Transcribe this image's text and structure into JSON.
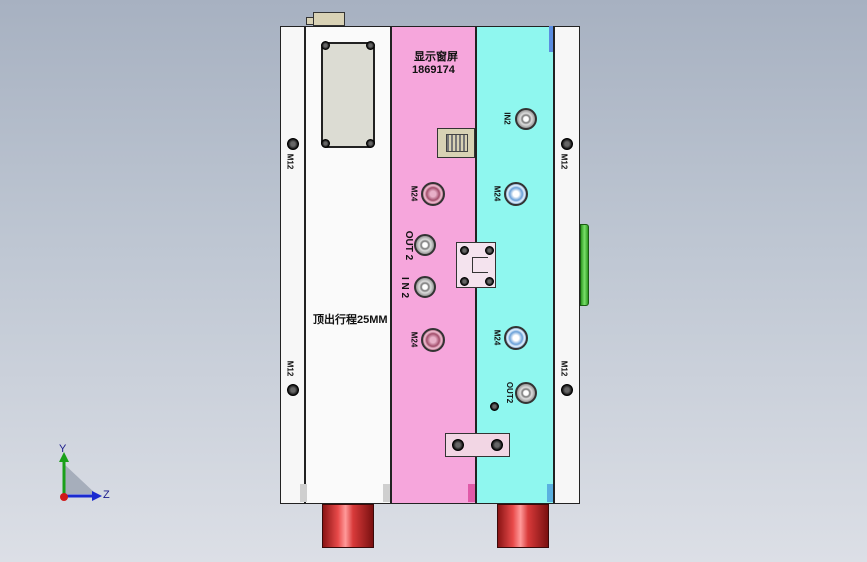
{
  "labels": {
    "display_window": "显示窗屏",
    "display_code": "1869174",
    "stroke": "顶出行程25MM",
    "m12": "M12",
    "m24": "M24",
    "out2": "OUT2",
    "out2_left": "OUT 2",
    "in2": "I N 2",
    "in2_right": "IN2"
  },
  "axes": {
    "y": "Y",
    "z": "Z"
  },
  "colors": {
    "pink": "#f6a6dc",
    "cyan": "#8ff7ef",
    "white_plate": "#f7f7f7",
    "red_pipe": "#d83a3a",
    "green_knob": "#3bbf2a"
  }
}
